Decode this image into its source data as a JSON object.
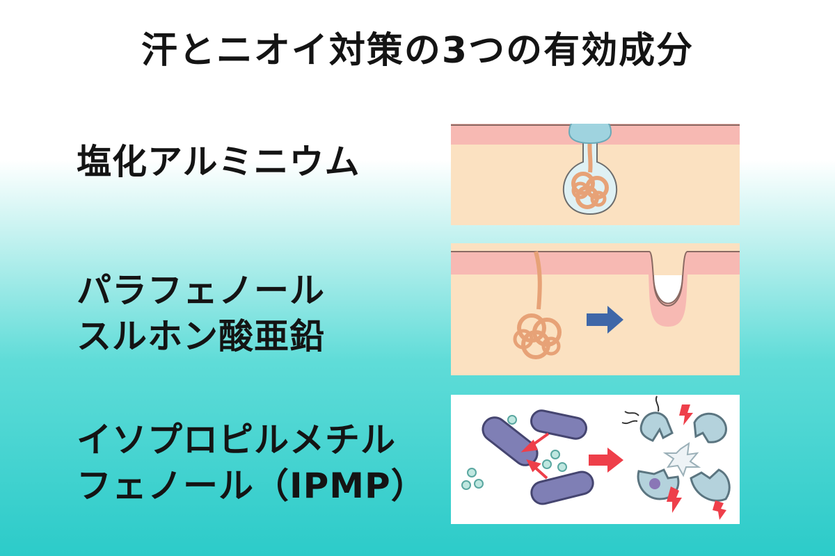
{
  "title": "汗とニオイ対策の3つの有効成分",
  "ingredients": [
    {
      "lines": [
        "塩化アルミニウム"
      ]
    },
    {
      "lines": [
        "パラフェノール",
        "スルホン酸亜鉛"
      ]
    },
    {
      "lines": [
        "イソプロピルメチル",
        "フェノール（IPMP）"
      ]
    }
  ],
  "colors": {
    "skin": "#fbe1c1",
    "skin_surface": "#f7b9b3",
    "sweat_drop": "#9fd3df",
    "sweat_gland": "#e7a277",
    "arrow_blue": "#3f67a8",
    "arrow_red": "#ee3f4a",
    "bacteria": "#7f7fb5",
    "background_teal": "#2ccbc9"
  },
  "icons": [
    "sweat-drop-icon",
    "sweat-gland-icon",
    "pore-closing-arrow-icon",
    "bacteria-icon",
    "burst-bacteria-icon"
  ]
}
